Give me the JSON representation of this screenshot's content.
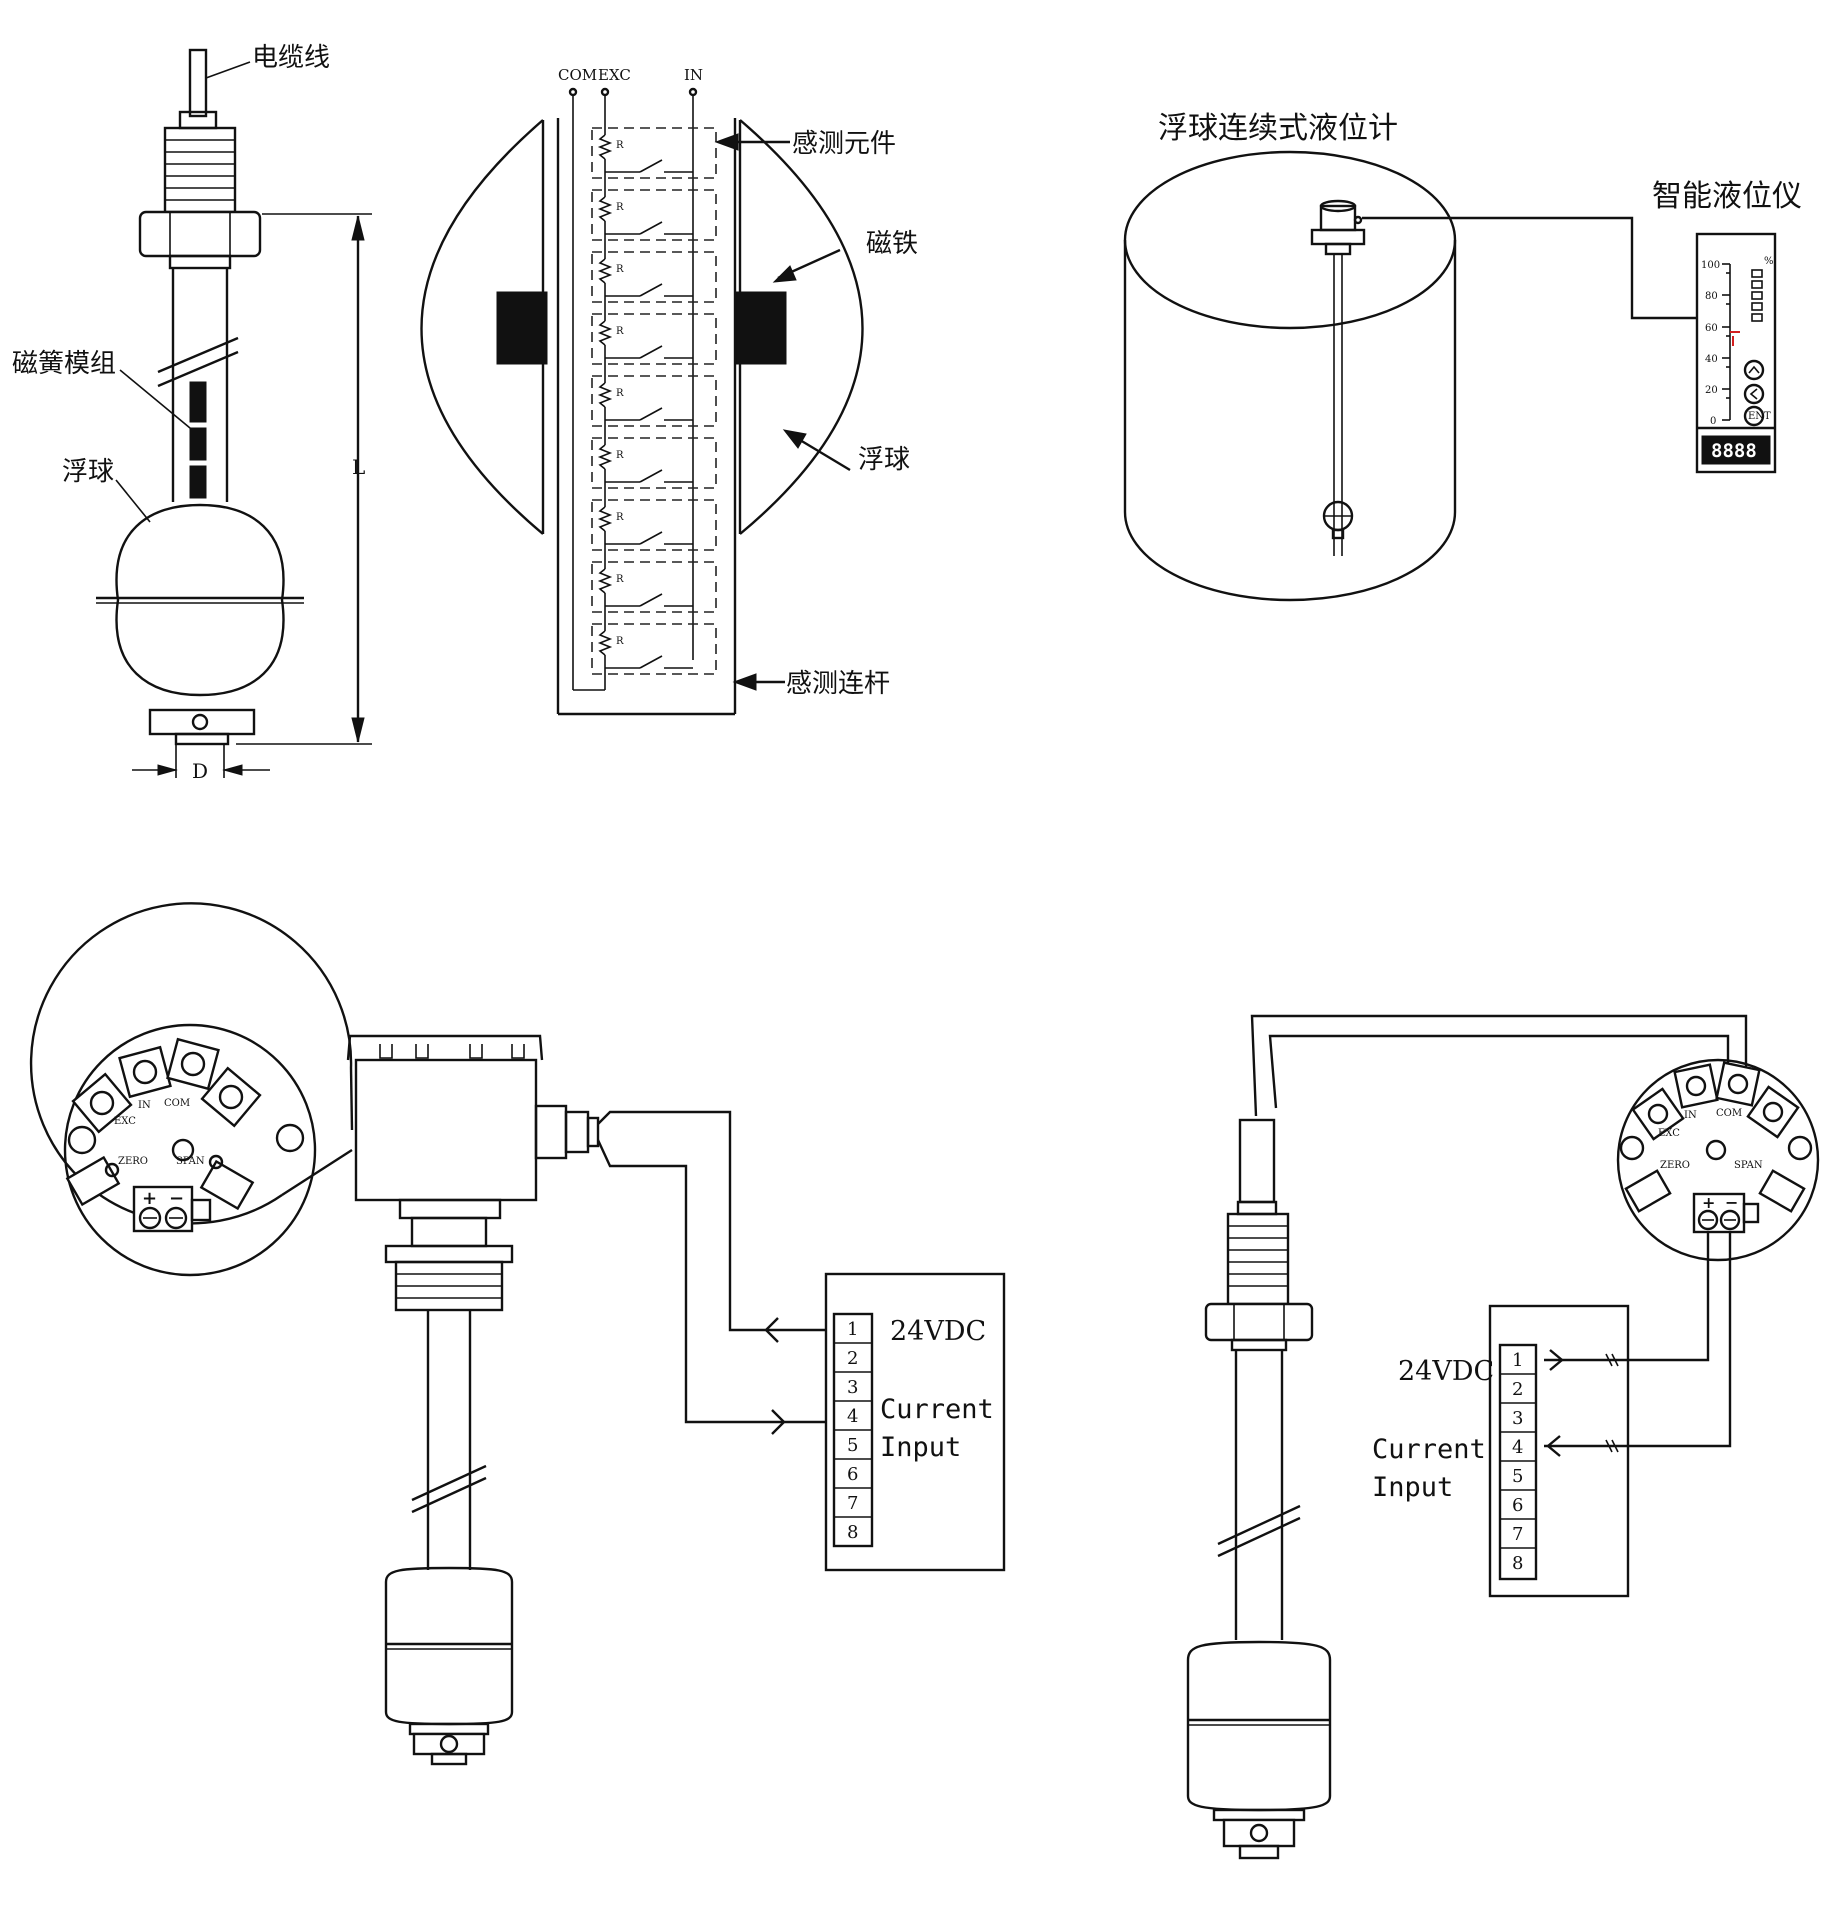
{
  "sensor": {
    "cable_label": "电缆线",
    "reed_label": "磁簧模组",
    "float_label": "浮球",
    "length_label": "L",
    "diameter_label": "D"
  },
  "schematic": {
    "com": "COM",
    "exc": "EXC",
    "in": "IN",
    "resistor": "R",
    "sensing_element_label": "感测元件",
    "magnet_label": "磁铁",
    "float_label": "浮球",
    "rod_label": "感测连杆"
  },
  "tank": {
    "title": "浮球连续式液位计",
    "instrument_label": "智能液位仪",
    "scale": [
      "100",
      "80",
      "60",
      "40",
      "20",
      "0"
    ],
    "display": "8888",
    "enter_key": "ENT",
    "unit": "%"
  },
  "transmitter": {
    "in": "IN",
    "com": "COM",
    "exc": "EXC",
    "zero": "ZERO",
    "span": "SPAN",
    "plus": "+",
    "minus": "−"
  },
  "terminal": {
    "numbers": [
      "1",
      "2",
      "3",
      "4",
      "5",
      "6",
      "7",
      "8"
    ],
    "voltage": "24VDC",
    "current": "Current",
    "input": "Input"
  }
}
